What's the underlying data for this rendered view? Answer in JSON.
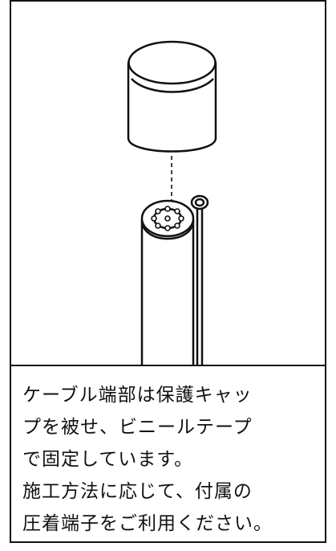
{
  "caption": {
    "lines": [
      "ケーブル端部は保護キャッ",
      "プを被せ、ビニールテープ",
      "で固定しています。",
      "施工方法に応じて、付属の",
      "圧着端子をご利用ください。"
    ]
  },
  "colors": {
    "line": "#111111",
    "background": "#ffffff"
  },
  "illustration": {
    "parts": [
      "protective-cap",
      "cable-end",
      "cable-core-strands",
      "attached-wire"
    ]
  }
}
